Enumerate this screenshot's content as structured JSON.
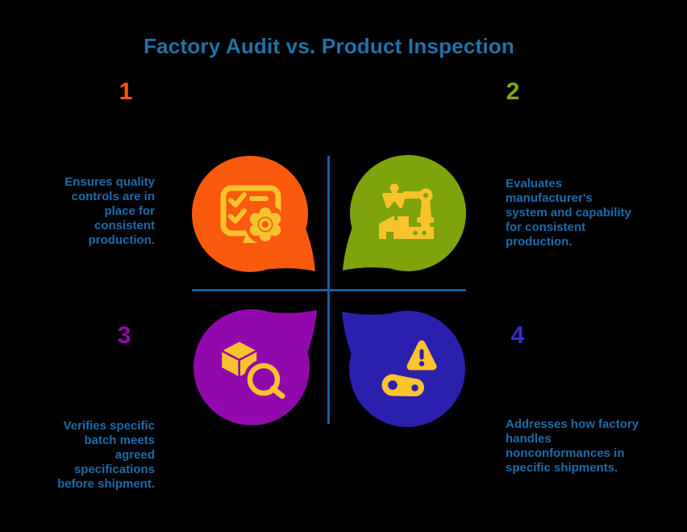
{
  "title": "Factory Audit vs. Product Inspection",
  "colors": {
    "bg": "#000000",
    "title": "#2171A6",
    "body": "#1B6CA8",
    "divider": "#1A5C9C",
    "yellow": "#F9C32D",
    "c1": "#FA5A0D",
    "c2": "#7EA30D",
    "c3": "#9109AC",
    "c4": "#2B1FAD",
    "n1": "#F85808",
    "n2": "#7CAC04",
    "n3": "#9109AC",
    "n4": "#3A2DCE"
  },
  "items": [
    {
      "number": "1",
      "icon": "checklist-gear-icon",
      "label": "Ensures quality\ncontrols are in\nplace for\nconsistent\nproduction."
    },
    {
      "number": "2",
      "icon": "robot-arm-factory-icon",
      "label": "Evaluates\nmanufacturer's\nsystem and capability\nfor consistent\nproduction."
    },
    {
      "number": "3",
      "icon": "box-magnifier-icon",
      "label": "Verifies specific\nbatch meets\nagreed\nspecifications\nbefore shipment."
    },
    {
      "number": "4",
      "icon": "warning-nonconformance-icon",
      "label": "Addresses how factory\nhandles\nnonconformances in\nspecific shipments."
    }
  ]
}
